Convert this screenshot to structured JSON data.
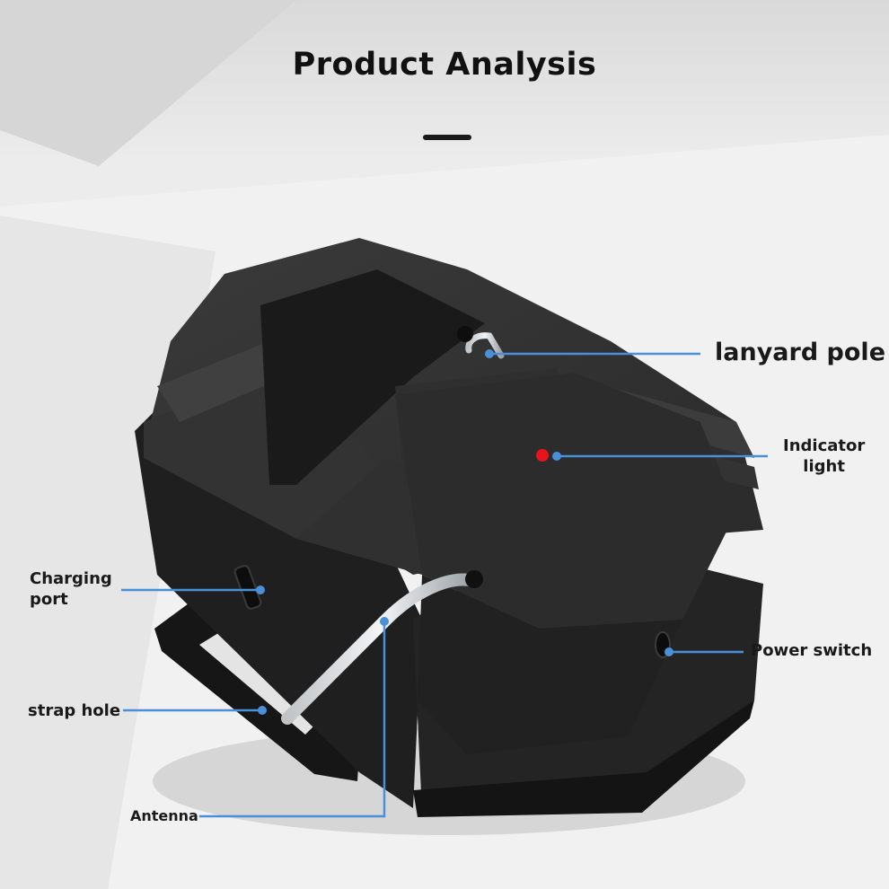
{
  "page": {
    "title": "Product Analysis"
  },
  "labels": {
    "lanyard_pole": "lanyard pole",
    "indicator_light_line1": "Indicator",
    "indicator_light_line2": "light",
    "charging_port_line1": "Charging",
    "charging_port_line2": "port",
    "power_switch": "Power switch",
    "strap_hole": "strap hole",
    "antenna": "Antenna"
  },
  "colors": {
    "callout_line": "#4a90d9",
    "indicator_dot": "#e8141c",
    "device_body": "#2a2a2a"
  }
}
